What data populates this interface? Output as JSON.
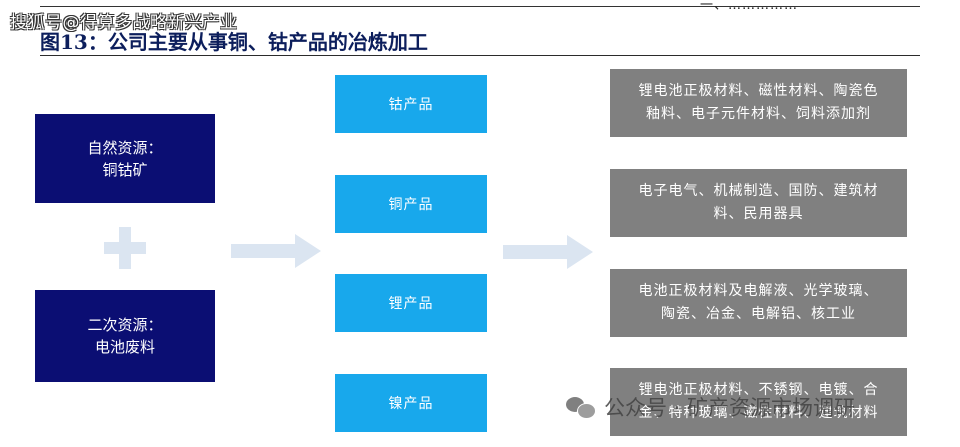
{
  "watermark_top": "搜狐号@得算多战略新兴产业",
  "header_fragment": "一、……………",
  "figure": {
    "title": "图13：公司主要从事铜、钴产品的冶炼加工"
  },
  "sources": [
    {
      "line1": "自然资源：",
      "line2": "铜钴矿"
    },
    {
      "line1": "二次资源：",
      "line2": "电池废料"
    }
  ],
  "products": [
    {
      "label": "钴产品"
    },
    {
      "label": "铜产品"
    },
    {
      "label": "锂产品"
    },
    {
      "label": "镍产品"
    }
  ],
  "applications": [
    {
      "line1": "锂电池正极材料、磁性材料、陶瓷色",
      "line2": "釉料、电子元件材料、饲料添加剂"
    },
    {
      "line1": "电子电气、机械制造、国防、建筑材",
      "line2": "料、民用器具"
    },
    {
      "line1": "电池正极材料及电解液、光学玻璃、",
      "line2": "陶瓷、冶金、电解铝、核工业"
    },
    {
      "line1": "锂电池正极材料、不锈钢、电镀、合",
      "line2": "金、特种玻璃、磁性材料、建筑材料"
    }
  ],
  "watermark_bottom": "公众号 · 矿产资源市场调研",
  "colors": {
    "source_box": "#0b0e73",
    "product_box": "#18a8ec",
    "application_box": "#808080",
    "connector": "#dbe5f1",
    "title": "#0c1e5c"
  }
}
